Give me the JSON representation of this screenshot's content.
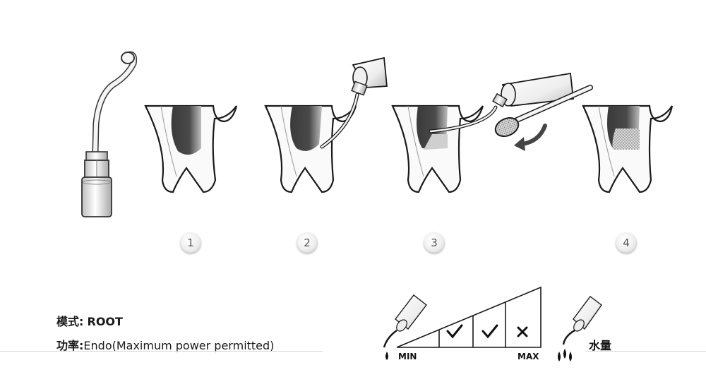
{
  "steps": [
    "1",
    "2",
    "3",
    "4"
  ],
  "mode": {
    "label": "模式:",
    "value": "ROOT"
  },
  "power": {
    "label": "功率:",
    "value": "Endo(Maximum power permitted)"
  },
  "water_scale": {
    "min_label": "MIN",
    "max_label": "MAX",
    "marks": [
      "check",
      "check",
      "cross"
    ],
    "caption": "水量"
  }
}
